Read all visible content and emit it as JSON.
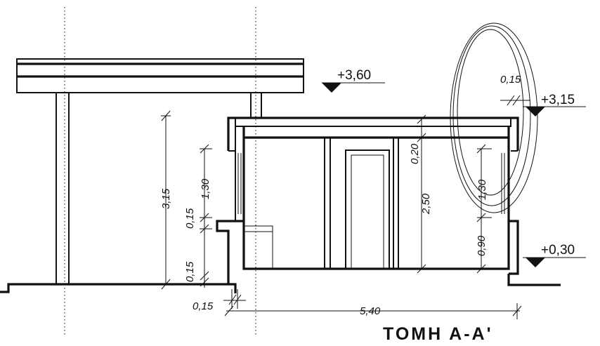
{
  "section": {
    "title": "ΤΟΜΗ Α-Α'"
  },
  "levels": {
    "roof_canopy": "+3,60",
    "roof_building": "+3,15",
    "floor": "+0,30"
  },
  "dimensions": {
    "wall_overhang": "0,15",
    "canopy_height": "3,15",
    "left_window": "1,30",
    "left_sill_slab": "0,15",
    "base_step": "0,15",
    "base_step_width": "0,15",
    "slab_thickness": "0,20",
    "interior_height": "2,50",
    "right_window": "1,30",
    "right_sill": "0,90",
    "building_width": "5,40"
  }
}
